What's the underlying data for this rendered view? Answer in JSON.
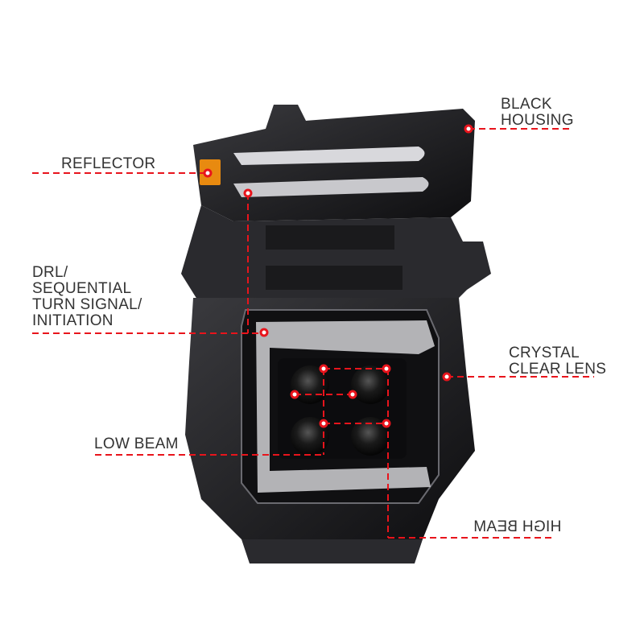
{
  "labels": {
    "black_housing": "BLACK\nHOUSING",
    "reflector": "REFLECTOR",
    "drl": "DRL/\nSEQUENTIAL\nTURN SIGNAL/\nINITIATION",
    "crystal_clear_lens": "CRYSTAL\nCLEAR LENS",
    "low_beam": "LOW BEAM",
    "high_beam": "HIGH BEAM"
  },
  "colors": {
    "callout": "#e8141c",
    "housing": "#1a1a1c",
    "reflector": "#e88a10",
    "text": "#333333"
  }
}
